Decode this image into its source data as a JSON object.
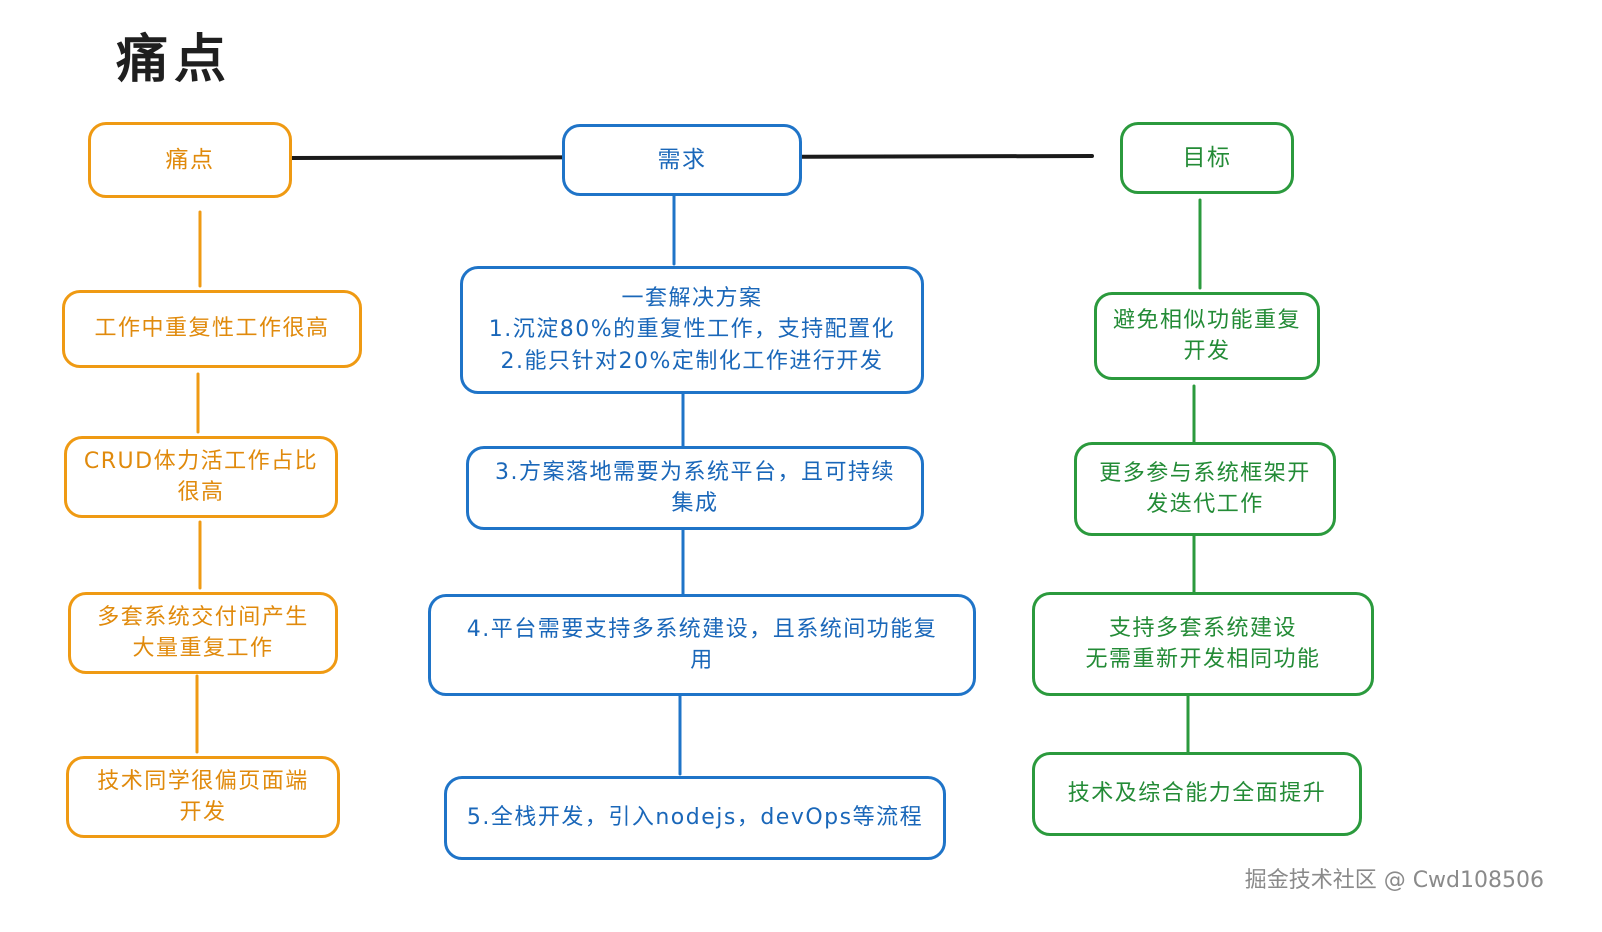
{
  "title": "痛点",
  "columns": {
    "pain": {
      "color": "#ef9a13",
      "header": "痛点",
      "items": [
        "工作中重复性工作很高",
        "CRUD体力活工作占比\n很高",
        "多套系统交付间产生\n大量重复工作",
        "技术同学很偏页面端\n开发"
      ]
    },
    "need": {
      "color": "#1f74c8",
      "header": "需求",
      "items": [
        "一套解决方案\n1.沉淀80%的重复性工作，支持配置化\n2.能只针对20%定制化工作进行开发",
        "3.方案落地需要为系统平台，且可持续\n集成",
        "4.平台需要支持多系统建设，且系统间功能复\n用",
        "5.全栈开发，引入nodejs，devOps等流程"
      ]
    },
    "goal": {
      "color": "#2b9a3d",
      "header": "目标",
      "items": [
        "避免相似功能重复\n开发",
        "更多参与系统框架开\n发迭代工作",
        "支持多套系统建设\n无需重新开发相同功能",
        "技术及综合能力全面提升"
      ]
    }
  },
  "watermark": "掘金技术社区 @ Cwd108506"
}
